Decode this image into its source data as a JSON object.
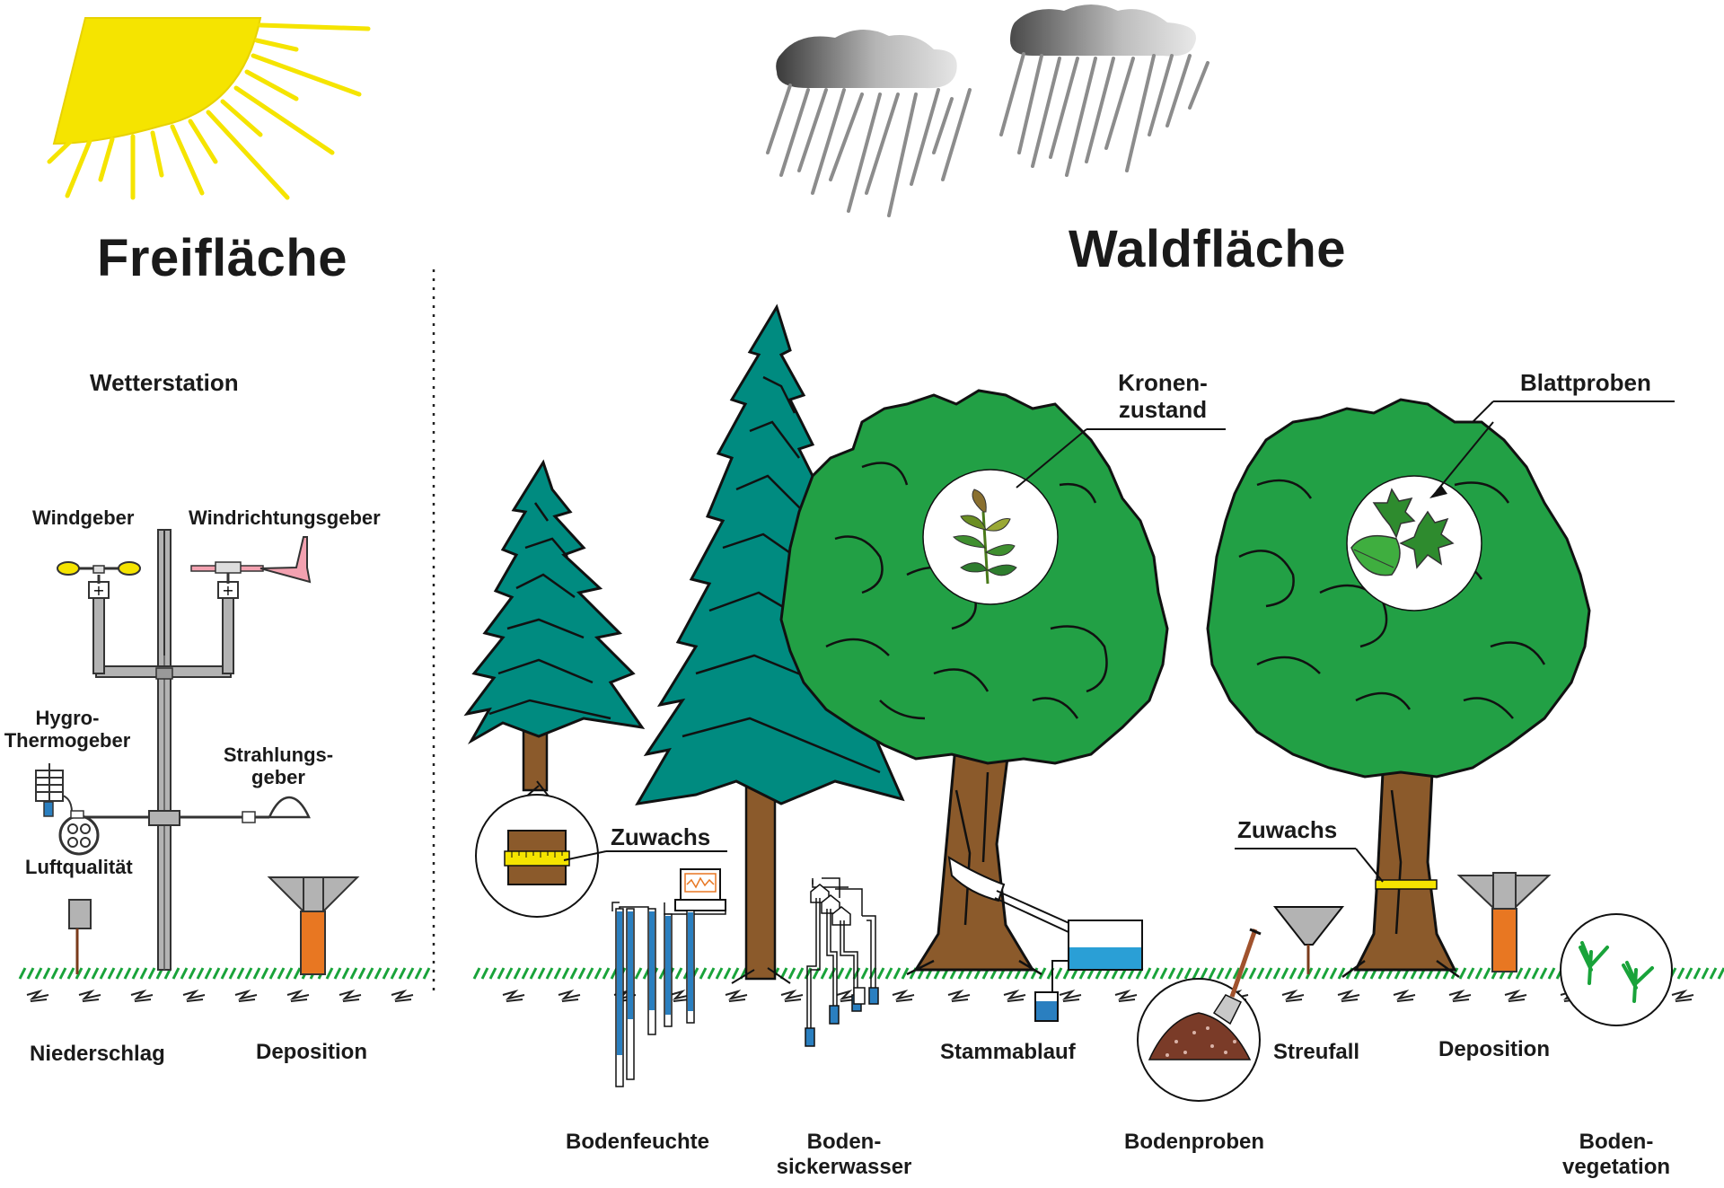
{
  "headings": {
    "open_field": "Freifläche",
    "forest": "Waldfläche"
  },
  "weather_station": {
    "title": "Wetterstation",
    "wind_sensor": "Windgeber",
    "wind_direction_sensor": "Windrichtungsgeber",
    "hygro_line1": "Hygro-",
    "hygro_line2": "Thermogeber",
    "radiation_line1": "Strahlungs-",
    "radiation_line2": "geber",
    "air_quality": "Luftqualität"
  },
  "open_field_labels": {
    "precipitation": "Niederschlag",
    "deposition": "Deposition"
  },
  "forest_labels": {
    "crown_line1": "Kronen-",
    "crown_line2": "zustand",
    "leaf_samples": "Blattproben",
    "growth_left": "Zuwachs",
    "growth_right": "Zuwachs",
    "stemflow": "Stammablauf",
    "litterfall": "Streufall",
    "deposition": "Deposition",
    "soil_moisture": "Bodenfeuchte",
    "seepage_line1": "Boden-",
    "seepage_line2": "sickerwasser",
    "soil_samples": "Bodenproben",
    "ground_veg_line1": "Boden-",
    "ground_veg_line2": "vegetation"
  },
  "colors": {
    "sun": "#f5e400",
    "conifer": "#008b80",
    "deciduous": "#22a045",
    "trunk": "#8b5a2b",
    "grass": "#19a33a",
    "rain": "#8c8c8c",
    "water": "#2a9fd6",
    "deposition_tube": "#e87722"
  }
}
